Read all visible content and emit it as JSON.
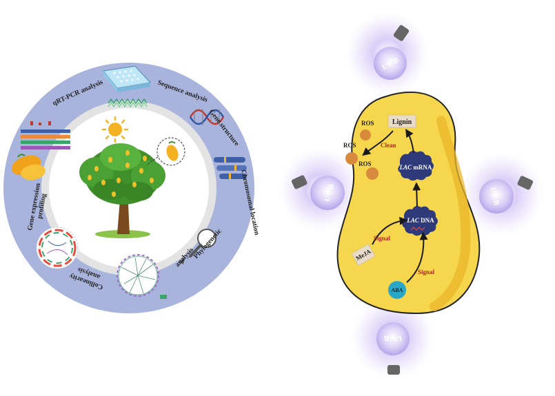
{
  "left_panel": {
    "ring_labels": {
      "sequence": "Sequence analysis",
      "gene_structure": "Gene structure",
      "chromosomal": "Chromosomal location",
      "phylogenetic_1": "Phylogenetic",
      "phylogenetic_2": "analysis",
      "collinearity_1": "Collinearity",
      "collinearity_2": "analysis",
      "expression_1": "Gene expression",
      "expression_2": "profiling",
      "qrtpcr": "qRT-PCR analysis"
    }
  },
  "right_panel": {
    "uvb_label": "UV-B",
    "lignin": "Lignin",
    "ros": "ROS",
    "clean": "Clean",
    "lac_mrna_italic": "LAC",
    "lac_mrna_suffix": " mRNA",
    "lac_dna_italic": "LAC",
    "lac_dna_suffix": " DNA",
    "meja": "MeJA",
    "aba": "ABA",
    "signal": "Signal"
  },
  "colors": {
    "ring": "#a9b4dc",
    "ring_inner": "#d2d2d2",
    "cell_fill": "#f6d64c",
    "cell_stroke": "#222222",
    "ros_fill": "#d88a3c",
    "cloud_fill": "#2e3a7a",
    "label_red": "#b3261e",
    "aba_fill": "#2aa6c6",
    "bulb_glow": "#c9b8f2"
  }
}
